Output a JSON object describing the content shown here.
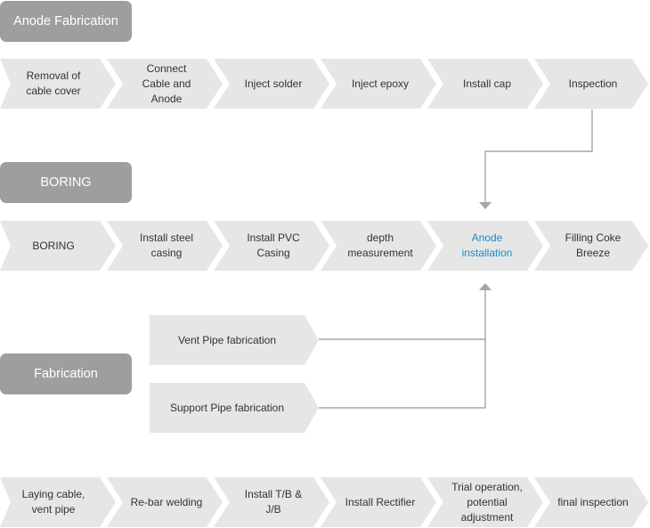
{
  "sections": {
    "anode": {
      "label": "Anode Fabrication"
    },
    "boring": {
      "label": "BORING"
    },
    "fabrication": {
      "label": "Fabrication"
    }
  },
  "rows": {
    "anode": [
      "Removal of\ncable cover",
      "Connect\nCable and\nAnode",
      "Inject solder",
      "Inject epoxy",
      "Install cap",
      "Inspection"
    ],
    "boring": [
      "BORING",
      "Install steel\ncasing",
      "Install PVC\nCasing",
      "depth\nmeasurement",
      "Anode\ninstallation",
      "Filling Coke\nBreeze"
    ],
    "final": [
      "Laying cable,\nvent pipe",
      "Re-bar welding",
      "Install T/B & J/B",
      "Install Rectifier",
      "Trial operation,\npotential\nadjustment",
      "final inspection"
    ]
  },
  "fabrication_items": {
    "vent": "Vent Pipe fabrication",
    "support": "Support Pipe fabrication"
  },
  "colors": {
    "label_bg": "#9e9e9e",
    "chevron_bg": "#e6e6e6",
    "highlight_text": "#1a8ccc",
    "connector": "#a6a6a6"
  }
}
